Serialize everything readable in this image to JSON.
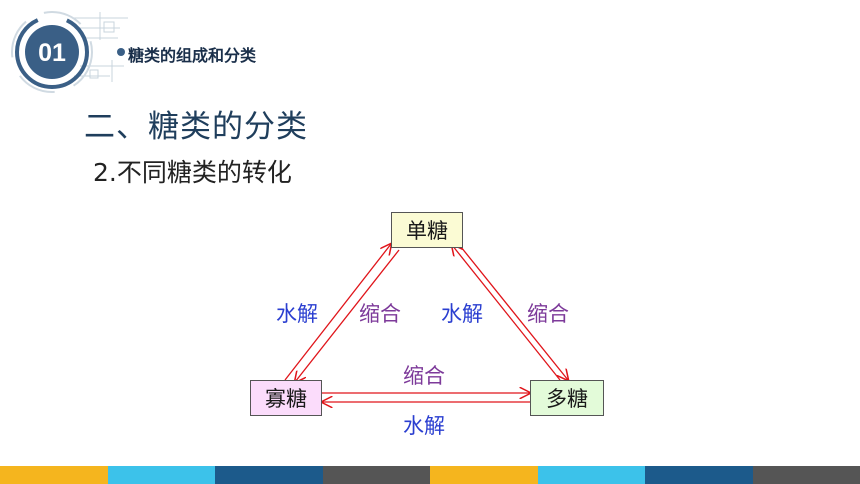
{
  "header": {
    "number": "01",
    "section_title": "糖类的组成和分类"
  },
  "heading": "二、糖类的分类",
  "subheading": "2.不同糖类的转化",
  "diagram": {
    "nodes": {
      "monosaccharide": "单糖",
      "oligosaccharide": "寡糖",
      "polysaccharide": "多糖"
    },
    "labels": {
      "hydrolysis": "水解",
      "condensation": "缩合"
    }
  },
  "colors": {
    "logo_blue": "#3a5f86",
    "arrow": "#e0141a",
    "label_blue": "#2a3ed0",
    "label_purple": "#7d3a9a",
    "footer": [
      "#f5b51e",
      "#3cc2ea",
      "#1c5a8b",
      "#555555",
      "#f5b51e",
      "#3cc2ea",
      "#1c5a8b",
      "#555555"
    ]
  }
}
